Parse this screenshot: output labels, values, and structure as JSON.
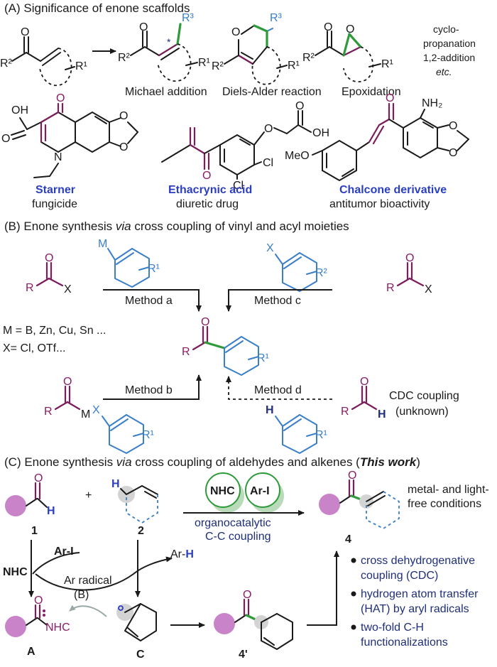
{
  "sectionA": {
    "header": "(A) Significance of enone scaffolds",
    "substituents": {
      "r1": "R¹",
      "r2": "R²",
      "r3": "R³",
      "o": "O",
      "star": "*"
    },
    "reaction_side_note": "cyclo-\npropanation\n1,2-addition\netc.",
    "reactions": [
      "Michael addition",
      "Diels-Alder reaction",
      "Epoxidation"
    ],
    "compounds": [
      {
        "name": "Starner",
        "use": "fungicide"
      },
      {
        "name": "Ethacrynic acid",
        "use": "diuretic drug"
      },
      {
        "name": "Chalcone derivative",
        "use": "antitumor bioactivity"
      }
    ],
    "atoms": {
      "oh": "OH",
      "n": "N",
      "cl": "Cl",
      "nh2": "NH₂",
      "meo": "MeO"
    }
  },
  "sectionB": {
    "header": "(B) Enone synthesis via cross coupling of vinyl and acyl moieties",
    "header_pre": "(B) Enone synthesis ",
    "header_italic": "via",
    "header_post": " cross coupling of vinyl and acyl moieties",
    "methods": [
      "Method a",
      "Method b",
      "Method c",
      "Method d"
    ],
    "conditions": [
      "M = B, Zn, Cu, Sn ...",
      "X= Cl, OTf..."
    ],
    "cdc_note": [
      "CDC coupling",
      "(unknown)"
    ],
    "atoms": {
      "m": "M",
      "x": "X",
      "r": "R",
      "h": "H",
      "o": "O",
      "r1": "R¹",
      "r2": "R²"
    }
  },
  "sectionC": {
    "header_pre": "(C) Enone synthesis ",
    "header_italic": "via",
    "header_mid": " cross coupling of aldehydes and alkenes (",
    "header_bold": "This work",
    "header_post": ")",
    "catalysts": [
      "NHC",
      "Ar-I"
    ],
    "process": [
      "organocatalytic",
      "C-C coupling"
    ],
    "conditions": [
      "metal- and light-",
      "free conditions"
    ],
    "labels": {
      "c1": "1",
      "c2": "2",
      "c4": "4",
      "c4p": "4'",
      "a": "A",
      "c": "C",
      "b": "(B)"
    },
    "mechanism": {
      "nhc": "NHC",
      "ari": "Ar-I",
      "ar_radical": "Ar radical",
      "arh_pre": "Ar-",
      "arh_h": "H",
      "nhc_tag": "NHC",
      "plus": "+",
      "h": "H",
      "o": "O"
    },
    "features": [
      [
        "cross dehydrogenative",
        "coupling (CDC)"
      ],
      [
        "hydrogen atom transfer",
        "(HAT) by aryl radicals"
      ],
      [
        "two-fold C-H",
        "functionalizations"
      ]
    ],
    "colors": {
      "purple": "#c983c9",
      "green": "#2e9a3a",
      "blue": "#3a7fc8",
      "navy": "#1f2f7a",
      "maroon": "#7b1c5c"
    }
  }
}
